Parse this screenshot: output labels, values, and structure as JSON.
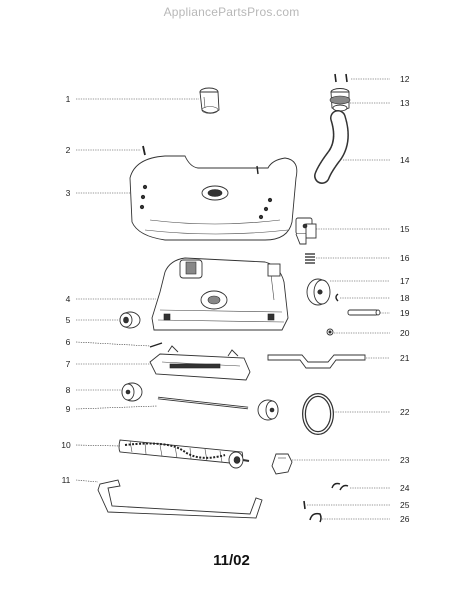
{
  "watermark": "AppliancePartsPros.com",
  "footer_date": "11/02",
  "callouts": [
    {
      "id": "1",
      "label": "1"
    },
    {
      "id": "2",
      "label": "2"
    },
    {
      "id": "3",
      "label": "3"
    },
    {
      "id": "4",
      "label": "4"
    },
    {
      "id": "5",
      "label": "5"
    },
    {
      "id": "6",
      "label": "6"
    },
    {
      "id": "7",
      "label": "7"
    },
    {
      "id": "8",
      "label": "8"
    },
    {
      "id": "9",
      "label": "9"
    },
    {
      "id": "10",
      "label": "10"
    },
    {
      "id": "11",
      "label": "11"
    },
    {
      "id": "12",
      "label": "12"
    },
    {
      "id": "13",
      "label": "13"
    },
    {
      "id": "14",
      "label": "14"
    },
    {
      "id": "15",
      "label": "15"
    },
    {
      "id": "16",
      "label": "16"
    },
    {
      "id": "17",
      "label": "17"
    },
    {
      "id": "18",
      "label": "18"
    },
    {
      "id": "19",
      "label": "19"
    },
    {
      "id": "20",
      "label": "20"
    },
    {
      "id": "21",
      "label": "21"
    },
    {
      "id": "22",
      "label": "22"
    },
    {
      "id": "23",
      "label": "23"
    },
    {
      "id": "24",
      "label": "24"
    },
    {
      "id": "25",
      "label": "25"
    },
    {
      "id": "26",
      "label": "26"
    }
  ]
}
